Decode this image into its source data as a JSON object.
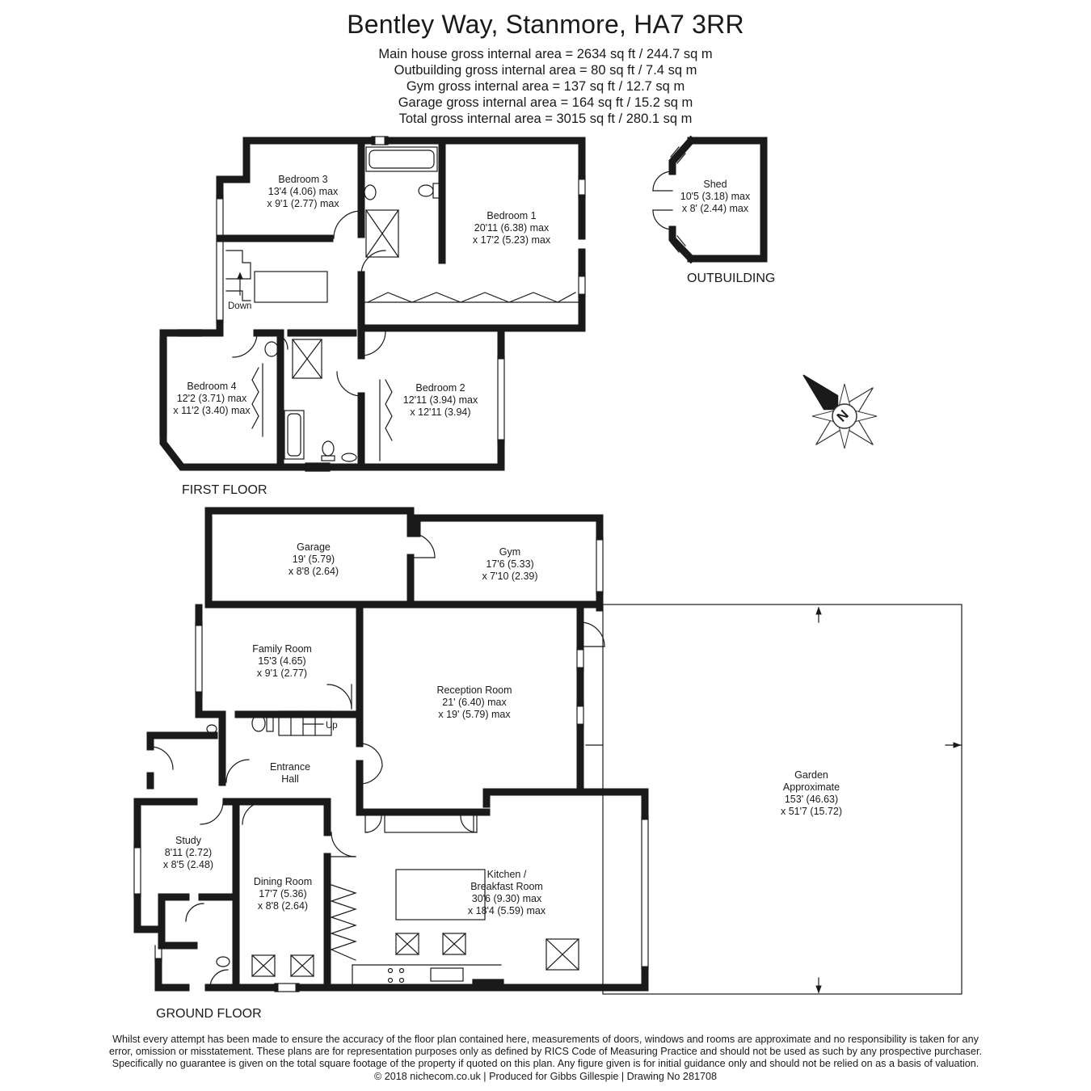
{
  "header": {
    "title": "Bentley Way, Stanmore, HA7 3RR",
    "areas": [
      "Main house gross internal area =  2634 sq ft / 244.7 sq m",
      "Outbuilding gross internal area = 80 sq ft / 7.4 sq m",
      "Gym gross internal area = 137 sq ft / 12.7 sq m",
      "Garage gross internal area = 164 sq ft / 15.2 sq m",
      "Total gross internal area =  3015 sq ft / 280.1 sq m"
    ]
  },
  "floors": {
    "first": "FIRST FLOOR",
    "ground": "GROUND FLOOR",
    "outbuilding": "OUTBUILDING"
  },
  "rooms": {
    "bedroom3": {
      "name": "Bedroom 3",
      "d1": "13'4 (4.06) max",
      "d2": "x 9'1 (2.77) max"
    },
    "bedroom1": {
      "name": "Bedroom 1",
      "d1": "20'11 (6.38) max",
      "d2": "x 17'2 (5.23) max"
    },
    "bedroom4": {
      "name": "Bedroom 4",
      "d1": "12'2 (3.71) max",
      "d2": "x 11'2 (3.40) max"
    },
    "bedroom2": {
      "name": "Bedroom 2",
      "d1": "12'11 (3.94) max",
      "d2": "x 12'11 (3.94)"
    },
    "shed": {
      "name": "Shed",
      "d1": "10'5 (3.18) max",
      "d2": "x 8' (2.44) max"
    },
    "garage": {
      "name": "Garage",
      "d1": "19' (5.79)",
      "d2": "x 8'8 (2.64)"
    },
    "gym": {
      "name": "Gym",
      "d1": "17'6 (5.33)",
      "d2": "x 7'10 (2.39)"
    },
    "family": {
      "name": "Family Room",
      "d1": "15'3 (4.65)",
      "d2": "x 9'1 (2.77)"
    },
    "reception": {
      "name": "Reception Room",
      "d1": "21' (6.40) max",
      "d2": "x 19' (5.79) max"
    },
    "hall": {
      "name": "Entrance",
      "d1": "Hall"
    },
    "garden": {
      "name": "Garden",
      "d0": "Approximate",
      "d1": "153' (46.63)",
      "d2": "x 51'7 (15.72)"
    },
    "study": {
      "name": "Study",
      "d1": "8'11 (2.72)",
      "d2": "x 8'5 (2.48)"
    },
    "dining": {
      "name": "Dining Room",
      "d1": "17'7 (5.36)",
      "d2": "x 8'8 (2.64)"
    },
    "kitchen": {
      "name": "Kitchen /",
      "d0": "Breakfast Room",
      "d1": "30'6 (9.30) max",
      "d2": "x 18'4 (5.59) max"
    }
  },
  "stairs": {
    "down": "Down",
    "up": "Up"
  },
  "compass": {
    "north": "N"
  },
  "disclaimer": [
    "Whilst every attempt has been made to ensure the accuracy of the floor plan contained here, measurements of doors, windows and rooms are approximate and no responsibility is taken for any",
    "error, omission or misstatement. These plans are for representation purposes only as defined by RICS Code of Measuring Practice and should not be used as such by any prospective purchaser.",
    "Specifically no guarantee is given on the total square footage of the property if quoted on this plan. Any figure given is for initial guidance only and should not be relied on as a basis of valuation.",
    "© 2018 nichecom.co.uk  |  Produced for Gibbs Gillespie  |  Drawing No 281708"
  ],
  "colors": {
    "wall": "#1a1a1a",
    "line": "#333333",
    "background": "#ffffff"
  }
}
